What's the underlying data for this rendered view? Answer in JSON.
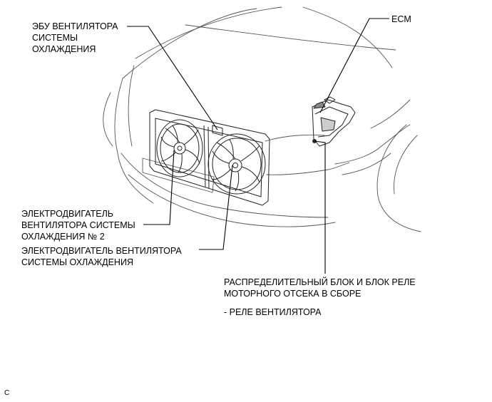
{
  "labels": {
    "fan_ecu": [
      "ЭБУ ВЕНТИЛЯТОРА",
      "СИСТЕМЫ",
      "ОХЛАЖДЕНИЯ"
    ],
    "fan_motor_2": [
      "ЭЛЕКТРОДВИГАТЕЛЬ",
      "ВЕНТИЛЯТОРА СИСТЕМЫ",
      "ОХЛАЖДЕНИЯ № 2"
    ],
    "fan_motor": [
      "ЭЛЕКТРОДВИГАТЕЛЬ ВЕНТИЛЯТОРА",
      "СИСТЕМЫ ОХЛАЖДЕНИЯ"
    ],
    "ecm": "ECM",
    "relay_block": [
      "РАСПРЕДЕЛИТЕЛЬНЫЙ БЛОК И БЛОК РЕЛЕ",
      "МОТОРНОГО ОТСЕКА В СБОРЕ"
    ],
    "relay_sub": "- РЕЛЕ ВЕНТИЛЯТОРА",
    "figure_code": "C"
  },
  "colors": {
    "line": "#000000",
    "car_outline": "#555555",
    "background": "#ffffff"
  }
}
